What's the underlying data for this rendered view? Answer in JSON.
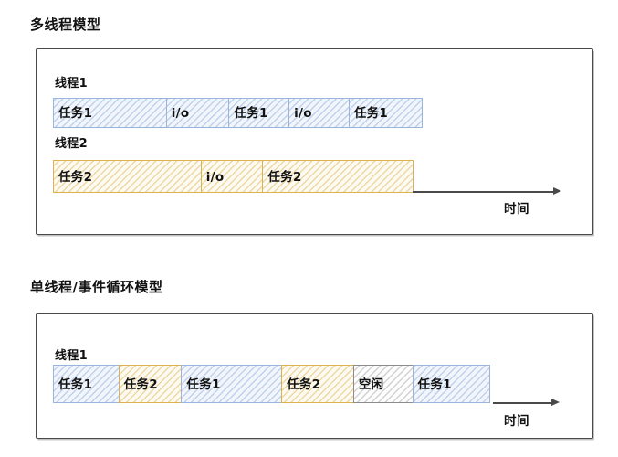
{
  "sections": [
    {
      "id": "multithread",
      "heading": "多线程模型",
      "lanes": [
        {
          "label": "线程1",
          "color": "blue",
          "blocks": [
            {
              "label": "任务1",
              "style": "blue",
              "width": 125
            },
            {
              "label": "i/o",
              "style": "blue",
              "width": 70
            },
            {
              "label": "任务1",
              "style": "blue",
              "width": 67
            },
            {
              "label": "i/o",
              "style": "blue",
              "width": 67
            },
            {
              "label": "任务1",
              "style": "blue",
              "width": 81
            }
          ]
        },
        {
          "label": "线程2",
          "color": "yellow",
          "blocks": [
            {
              "label": "任务2",
              "style": "yellow",
              "width": 163
            },
            {
              "label": "i/o",
              "style": "yellow",
              "width": 69
            },
            {
              "label": "任务2",
              "style": "yellow",
              "width": 166
            }
          ]
        }
      ],
      "axis": {
        "label": "时间"
      }
    },
    {
      "id": "singlethread",
      "heading": "单线程/事件循环模型",
      "lanes": [
        {
          "label": "线程1",
          "color": "mixed",
          "blocks": [
            {
              "label": "任务1",
              "style": "blue",
              "width": 73
            },
            {
              "label": "任务2",
              "style": "yellow",
              "width": 70
            },
            {
              "label": "任务1",
              "style": "blue",
              "width": 111
            },
            {
              "label": "任务2",
              "style": "yellow",
              "width": 80
            },
            {
              "label": "空闲",
              "style": "gray",
              "width": 66
            },
            {
              "label": "任务1",
              "style": "blue",
              "width": 85
            }
          ]
        }
      ],
      "axis": {
        "label": "时间"
      }
    }
  ],
  "colors": {
    "blue_border": "#9ab4dc",
    "blue_fill": "#f2f6fc",
    "yellow_border": "#dcb152",
    "yellow_fill": "#fdfbf1",
    "gray_border": "#8d8d8d",
    "gray_fill": "#fdfdfd",
    "frame_stroke": "#4a4a4a",
    "text": "#111111"
  }
}
